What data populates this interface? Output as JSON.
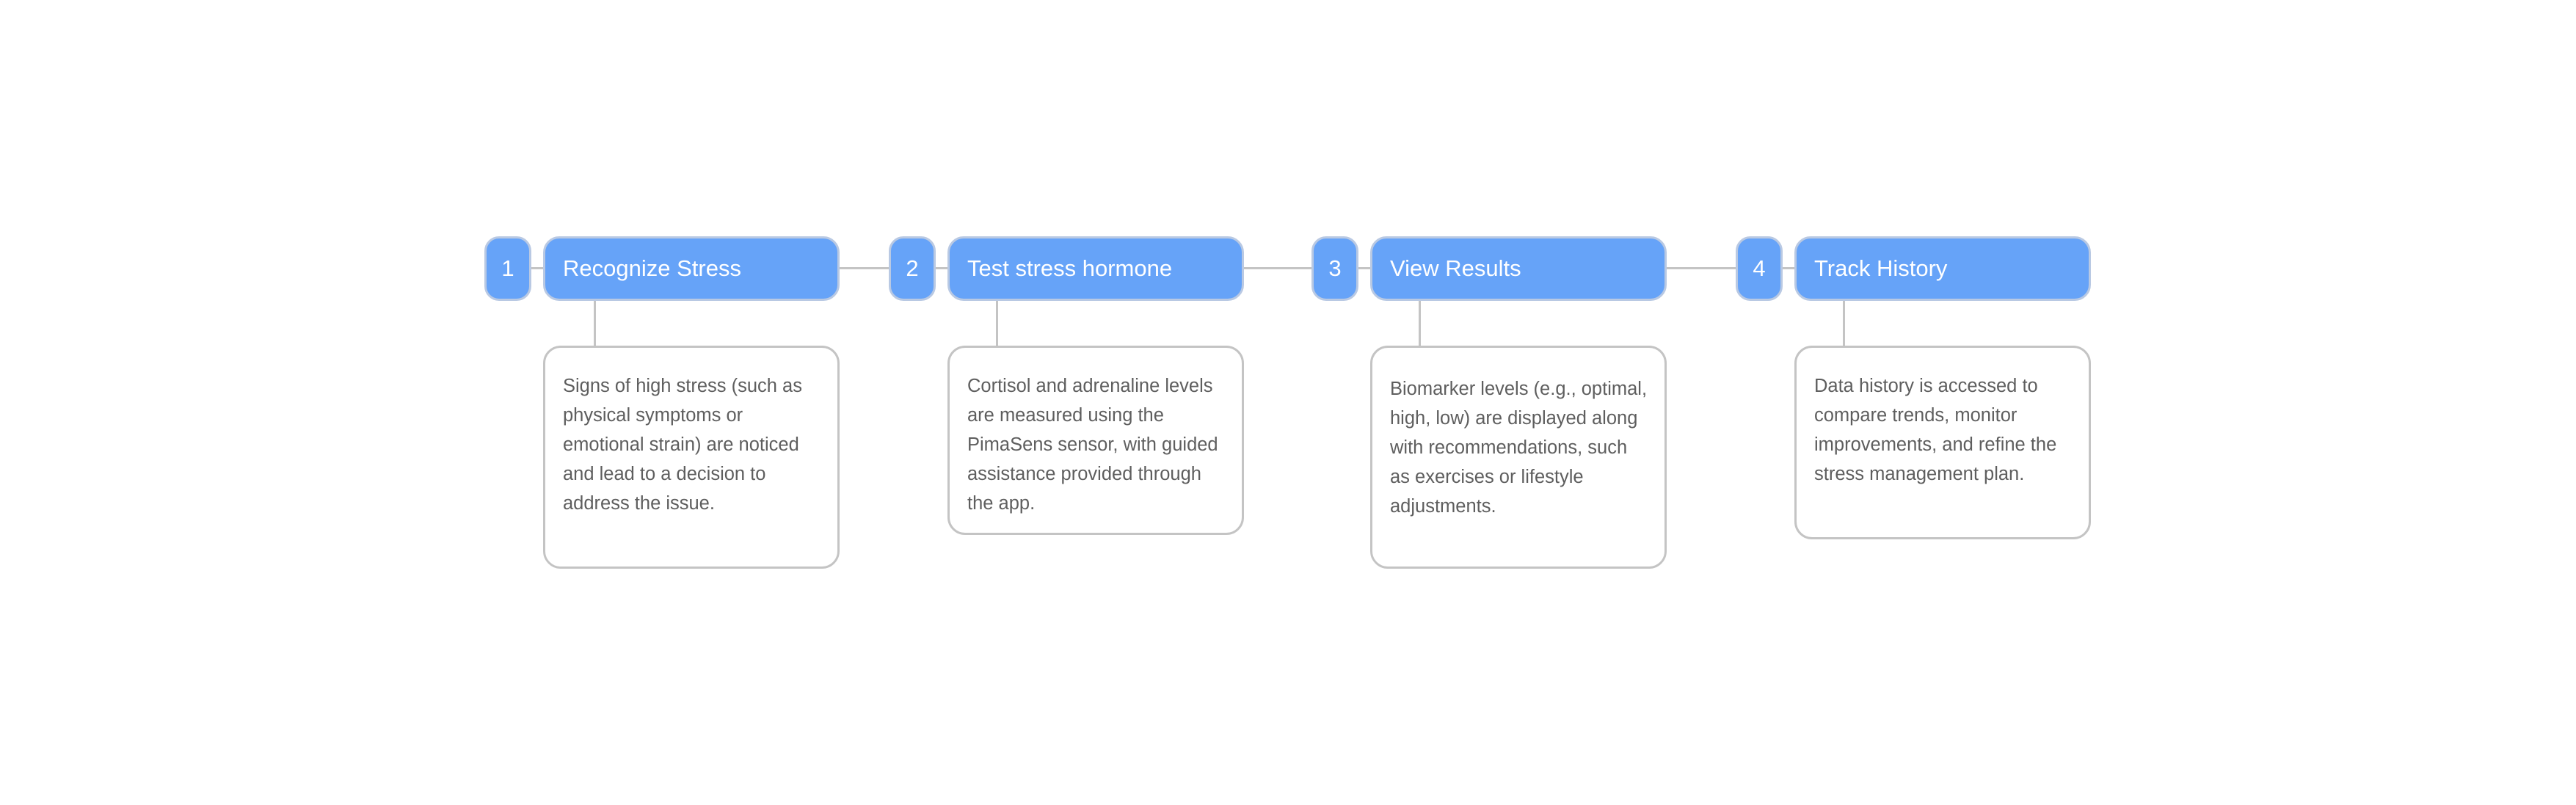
{
  "steps": [
    {
      "number": "1",
      "title": "Recognize Stress",
      "description": "Signs of high stress (such as physical symptoms or emotional strain)  are noticed and lead to a decision to address the issue."
    },
    {
      "number": "2",
      "title": "Test stress hormone",
      "description": "Cortisol and adrenaline levels are measured using the PimaSens sensor, with guided assistance provided through the app."
    },
    {
      "number": "3",
      "title": "View Results",
      "description": "Biomarker levels (e.g., optimal, high, low) are displayed along with recommendations, such as exercises or lifestyle adjustments."
    },
    {
      "number": "4",
      "title": "Track History",
      "description": "Data history is accessed to compare trends, monitor improvements, and refine the stress management plan."
    }
  ],
  "colors": {
    "step_fill": "#66a3f8",
    "step_border": "#b9c9e3",
    "connector": "#c4c4c4",
    "description_text": "#5e5e5e"
  }
}
